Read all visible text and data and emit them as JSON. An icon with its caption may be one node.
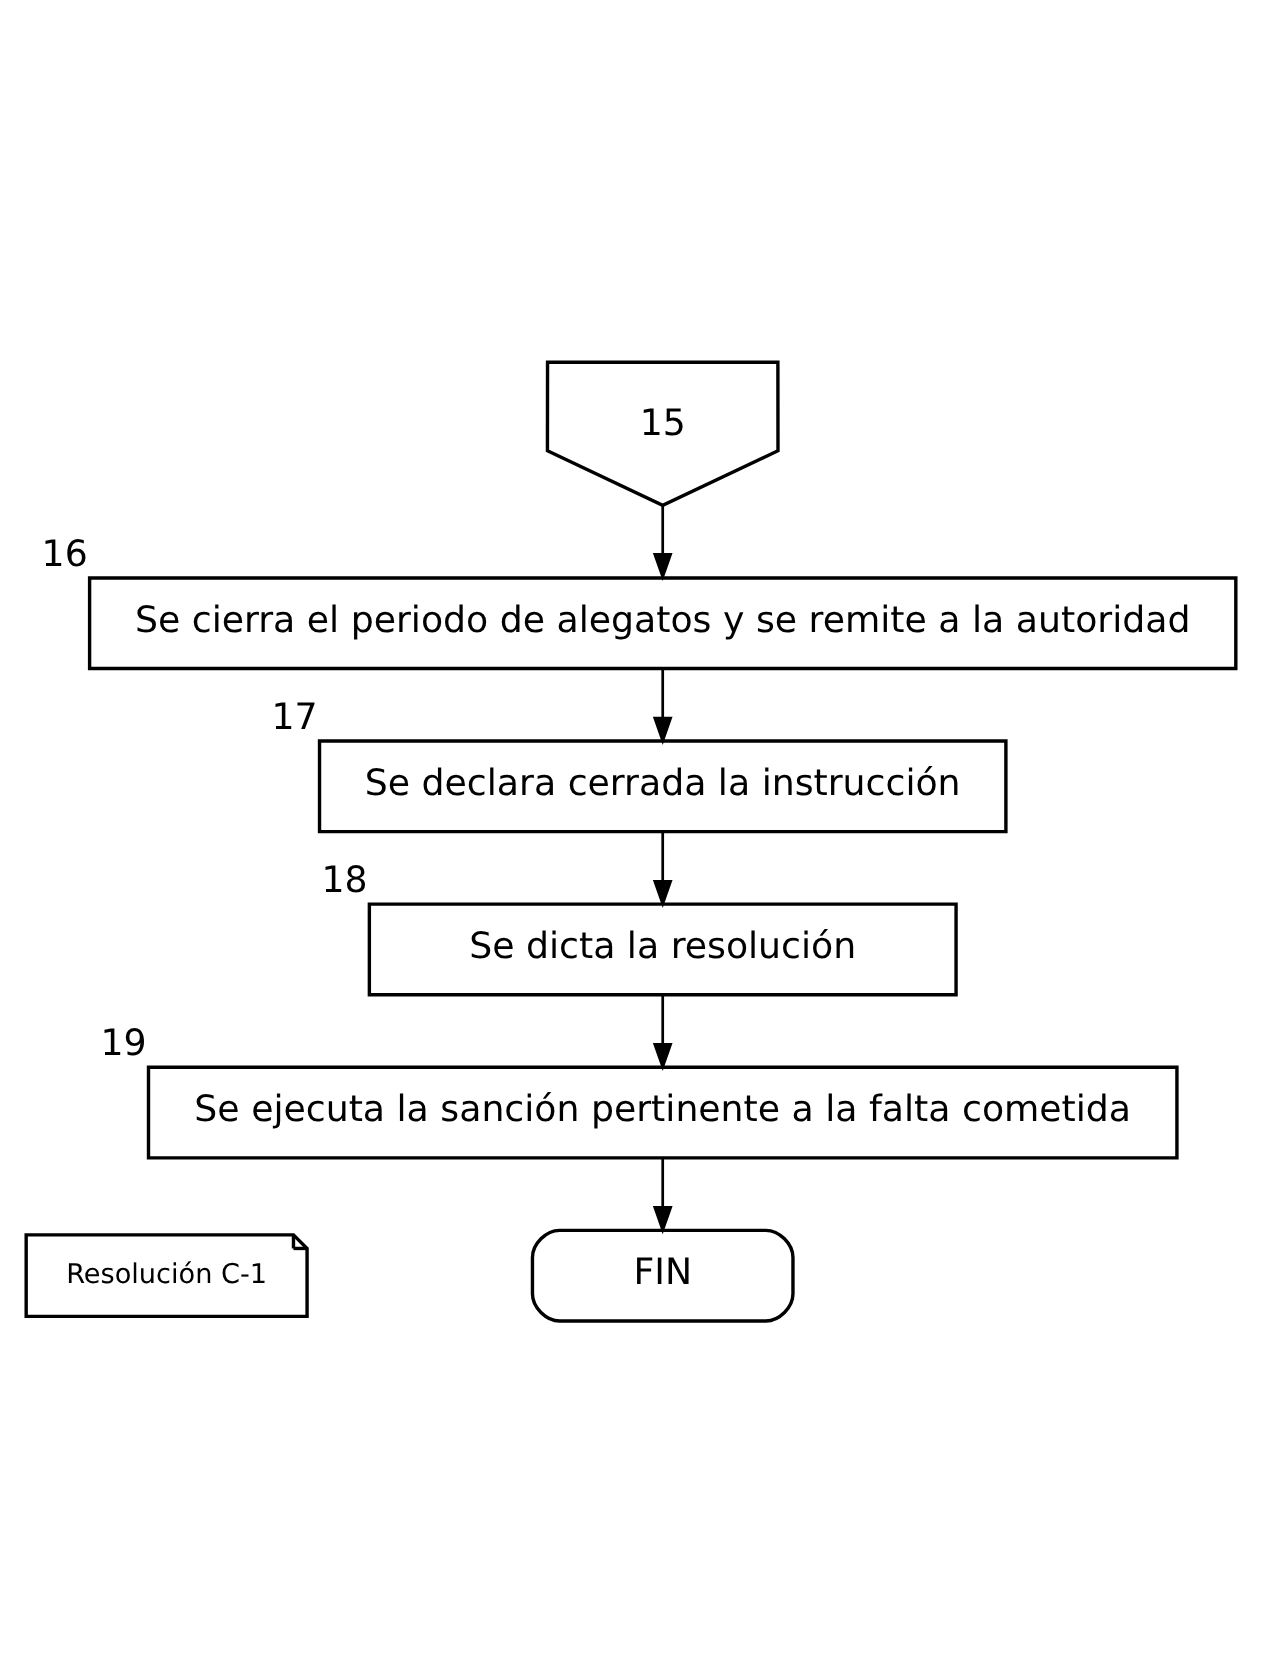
{
  "diagram": {
    "nodes": [
      {
        "text": [
          "15"
        ]
      },
      {
        "text": [
          "Se cierra el periodo de alegatos y se remite a la autoridad"
        ],
        "beside": [
          "16"
        ]
      },
      {
        "text": [
          "Se declara cerrada la instrucción"
        ],
        "beside": [
          "17"
        ]
      },
      {
        "text": [
          "Se dicta la resolución"
        ],
        "beside": [
          "18"
        ]
      },
      {
        "text": [
          "Resolución C-1"
        ]
      },
      {
        "text": [
          "Se ejecuta la sanción pertinente a la falta cometida"
        ],
        "beside": [
          "19"
        ]
      },
      {
        "text": [
          "FIN"
        ]
      }
    ],
    "edges": [
      {
        "from": 0,
        "to": 1,
        "arrow": "to"
      },
      {
        "from": 1,
        "to": 2,
        "arrow": "to"
      },
      {
        "from": 2,
        "to": 3,
        "arrow": "to"
      },
      {
        "from": 3,
        "to": 5,
        "arrow": "to"
      },
      {
        "from": 5,
        "to": 6,
        "arrow": "to"
      }
    ]
  }
}
